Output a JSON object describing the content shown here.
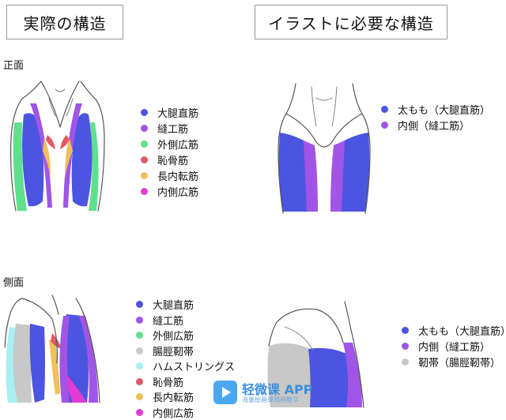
{
  "colors": {
    "blue": "#4b55e0",
    "purple": "#a055e6",
    "green": "#5ee08c",
    "gray": "#c8c8c8",
    "cyan": "#a8f0f2",
    "red": "#e05a64",
    "yellow": "#f0c05a",
    "magenta": "#e23cd2"
  },
  "titles": {
    "left": "実際の構造",
    "right": "イラストに必要な構造"
  },
  "sections": {
    "front": "正面",
    "side": "側面"
  },
  "front_actual_legend": [
    {
      "label": "大腿直筋",
      "color": "#4b55e0"
    },
    {
      "label": "縫工筋",
      "color": "#a055e6"
    },
    {
      "label": "外側広筋",
      "color": "#5ee08c"
    },
    {
      "label": "恥骨筋",
      "color": "#e05a64"
    },
    {
      "label": "長内転筋",
      "color": "#f0c05a"
    },
    {
      "label": "内側広筋",
      "color": "#e23cd2"
    }
  ],
  "front_simple_legend": [
    {
      "label": "太もも（大腿直筋）",
      "color": "#4b55e0"
    },
    {
      "label": "内側（縫工筋）",
      "color": "#a055e6"
    }
  ],
  "side_actual_legend": [
    {
      "label": "大腿直筋",
      "color": "#4b55e0"
    },
    {
      "label": "縫工筋",
      "color": "#a055e6"
    },
    {
      "label": "外側広筋",
      "color": "#5ee08c"
    },
    {
      "label": "腸脛靭帯",
      "color": "#c8c8c8"
    },
    {
      "label": "ハムストリングス",
      "color": "#a8f0f2"
    },
    {
      "label": "恥骨筋",
      "color": "#e05a64"
    },
    {
      "label": "長内転筋",
      "color": "#f0c05a"
    },
    {
      "label": "内側広筋",
      "color": "#e23cd2"
    }
  ],
  "side_simple_legend": [
    {
      "label": "太もも（大腿直筋）",
      "color": "#4b55e0"
    },
    {
      "label": "内側（縫工筋）",
      "color": "#a055e6"
    },
    {
      "label": "靭帯（腸脛靭帯）",
      "color": "#c8c8c8"
    }
  ],
  "watermark": {
    "name": "轻微课 APP",
    "sub": "海量绘画课视频教学"
  }
}
